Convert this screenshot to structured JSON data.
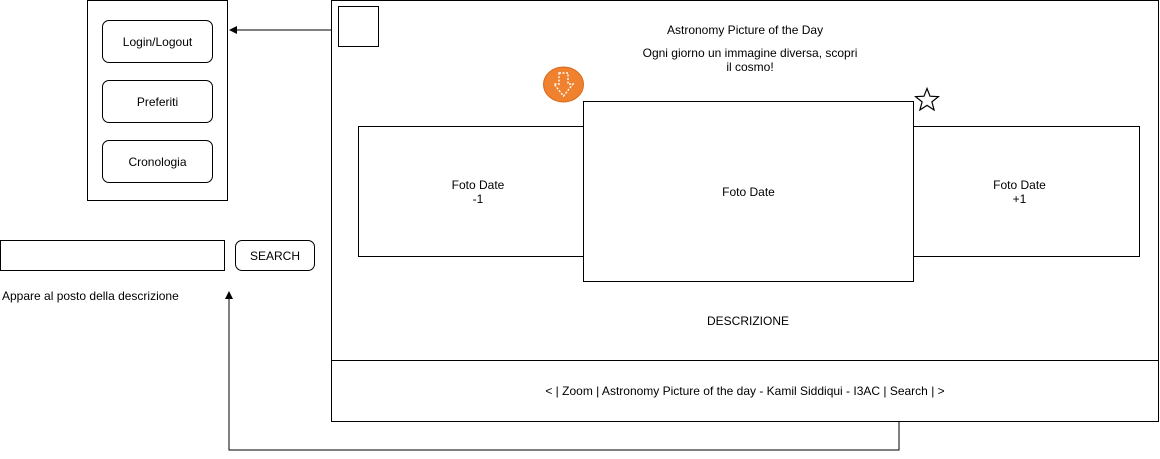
{
  "menu": {
    "items": [
      "Login/Logout",
      "Preferiti",
      "Cronologia"
    ]
  },
  "search": {
    "input_value": "",
    "button_label": "SEARCH",
    "note": "Appare al posto della descrizione"
  },
  "main": {
    "title": "Astronomy Picture of the Day",
    "subtitle": "Ogni giorno un immagine diversa, scopri\nil cosmo!",
    "photo_prev": "Foto Date\n-1",
    "photo_current": "Foto Date",
    "photo_next": "Foto Date\n+1",
    "description": "DESCRIZIONE",
    "footer": "< | Zoom | Astronomy Picture of the day - Kamil Siddiqui - I3AC | Search | >"
  },
  "colors": {
    "download_icon": "#f0812f",
    "download_icon_border": "#d9691a",
    "stroke": "#000000"
  },
  "icons": {
    "download": "download-arrow-icon",
    "favorite": "star-icon",
    "menu": "menu-toggle-square"
  }
}
